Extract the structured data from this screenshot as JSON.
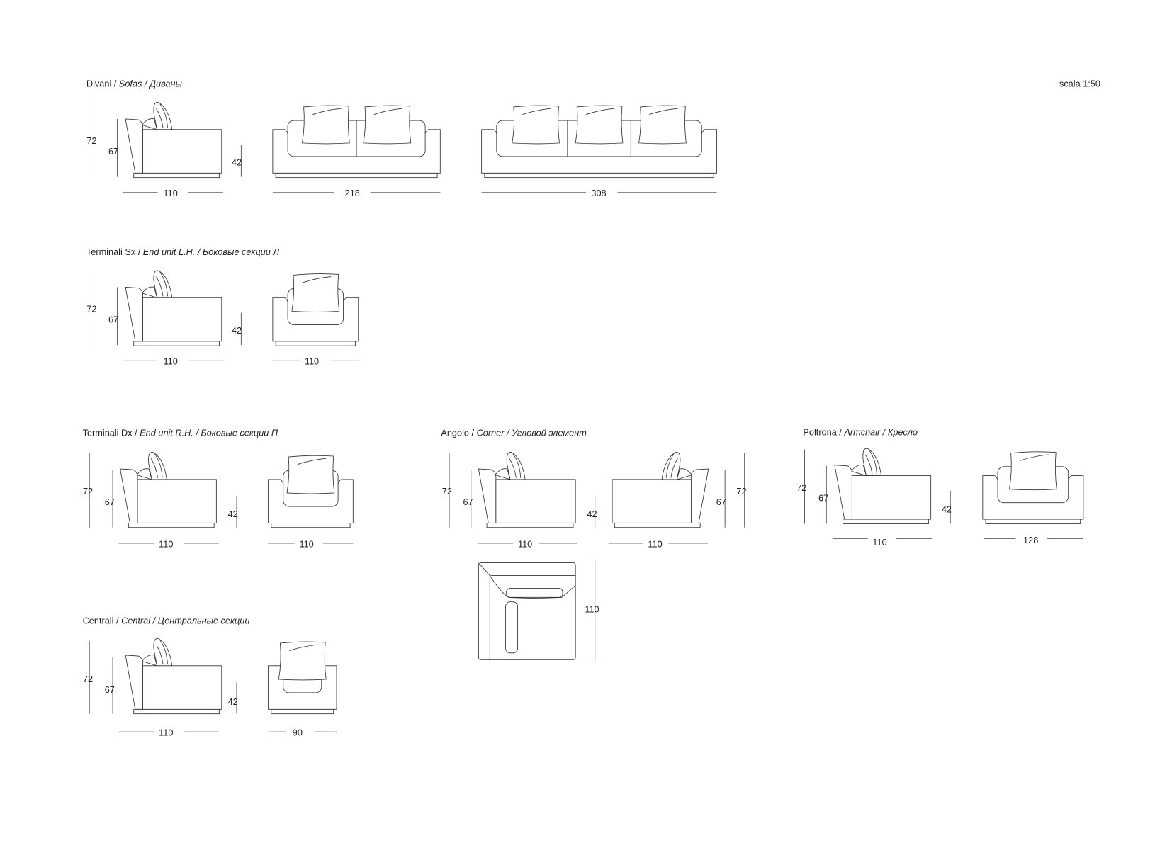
{
  "scale_label": "scala 1:50",
  "sections": {
    "sofas": {
      "regular": "Divani / ",
      "italic": "Sofas / Диваны"
    },
    "end_lh": {
      "regular": "Terminali Sx / ",
      "italic": "End unit L.H. / Боковые секции Л"
    },
    "end_rh": {
      "regular": "Terminali Dx / ",
      "italic": "End unit R.H. / Боковые секции П"
    },
    "corner": {
      "regular": "Angolo / ",
      "italic": "Corner / Угловой элемент"
    },
    "armchair": {
      "regular": "Poltrona / ",
      "italic": "Armchair / Кресло"
    },
    "central": {
      "regular": "Centrali / ",
      "italic": "Central / Центральные секции"
    }
  },
  "dims": {
    "sofas": {
      "height": "72",
      "back_height": "67",
      "seat_height": "42",
      "depth": "110",
      "width_2": "218",
      "width_3": "308"
    },
    "end_lh": {
      "height": "72",
      "back_height": "67",
      "seat_height": "42",
      "depth": "110",
      "width": "110"
    },
    "end_rh": {
      "height": "72",
      "back_height": "67",
      "seat_height": "42",
      "depth": "110",
      "width": "110"
    },
    "corner": {
      "height": "72",
      "back_height": "67",
      "seat_height": "42",
      "depth_left": "110",
      "depth_right": "110",
      "back_height_right": "67",
      "height_right": "72",
      "plan_depth": "110"
    },
    "armchair": {
      "height": "72",
      "back_height": "67",
      "seat_height": "42",
      "depth": "110",
      "width": "128"
    },
    "central": {
      "height": "72",
      "back_height": "67",
      "seat_height": "42",
      "depth": "110",
      "width": "90"
    }
  }
}
